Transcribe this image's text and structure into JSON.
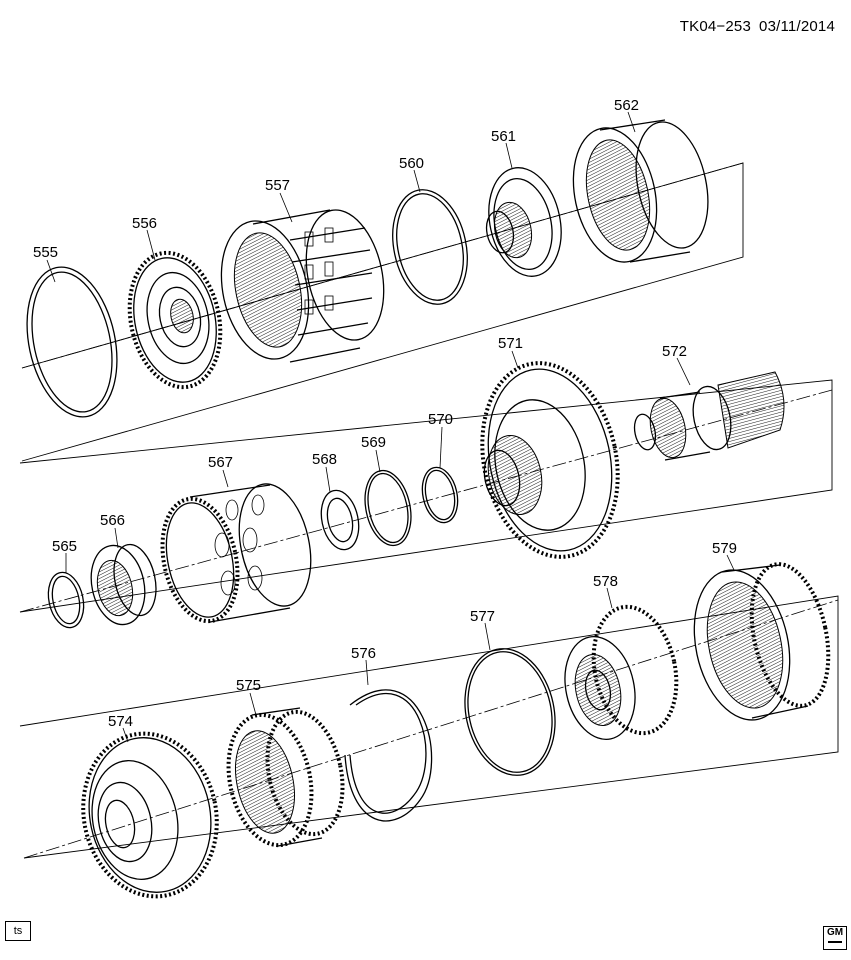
{
  "header": {
    "drawing_id": "TK04−253",
    "date": "03/11/2014"
  },
  "footer": {
    "ts_box": "ts",
    "logo_text": "GM"
  },
  "callouts": [
    {
      "id": "555",
      "part": "snap ring"
    },
    {
      "id": "556",
      "part": "gear carrier"
    },
    {
      "id": "557",
      "part": "clutch housing"
    },
    {
      "id": "560",
      "part": "snap ring"
    },
    {
      "id": "561",
      "part": "hub"
    },
    {
      "id": "562",
      "part": "internal gear"
    },
    {
      "id": "565",
      "part": "retaining ring"
    },
    {
      "id": "566",
      "part": "bearing"
    },
    {
      "id": "567",
      "part": "planet carrier"
    },
    {
      "id": "568",
      "part": "washer"
    },
    {
      "id": "569",
      "part": "snap ring"
    },
    {
      "id": "570",
      "part": "snap ring"
    },
    {
      "id": "571",
      "part": "sun gear"
    },
    {
      "id": "572",
      "part": "output shaft"
    },
    {
      "id": "574",
      "part": "carrier"
    },
    {
      "id": "575",
      "part": "internal gear"
    },
    {
      "id": "576",
      "part": "snap ring"
    },
    {
      "id": "577",
      "part": "snap ring"
    },
    {
      "id": "578",
      "part": "planet carrier"
    },
    {
      "id": "579",
      "part": "ring gear"
    }
  ]
}
